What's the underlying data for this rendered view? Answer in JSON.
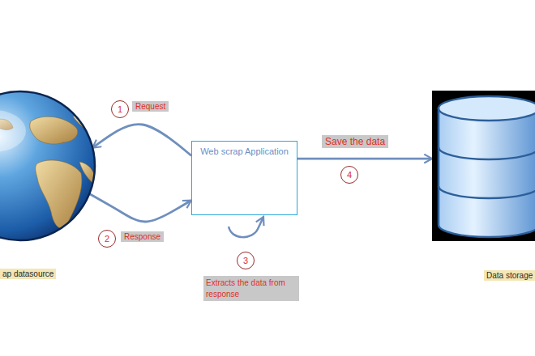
{
  "diagram": {
    "nodes": [
      {
        "text": [
          "ap datasource"
        ]
      },
      {
        "text": [
          "Web scrap Application"
        ]
      },
      {
        "text": [
          "Data storage"
        ]
      }
    ],
    "edges": [
      {
        "from": 1,
        "to": 0,
        "arrow": "to",
        "label": "Request"
      },
      {
        "from": 0,
        "to": 1,
        "arrow": "to",
        "label": "Response"
      },
      {
        "from": 1,
        "to": 2,
        "arrow": "to",
        "label": "Save the data"
      }
    ],
    "labels": [
      "1",
      "2",
      "3",
      "Extracts the data from response",
      "4"
    ]
  }
}
